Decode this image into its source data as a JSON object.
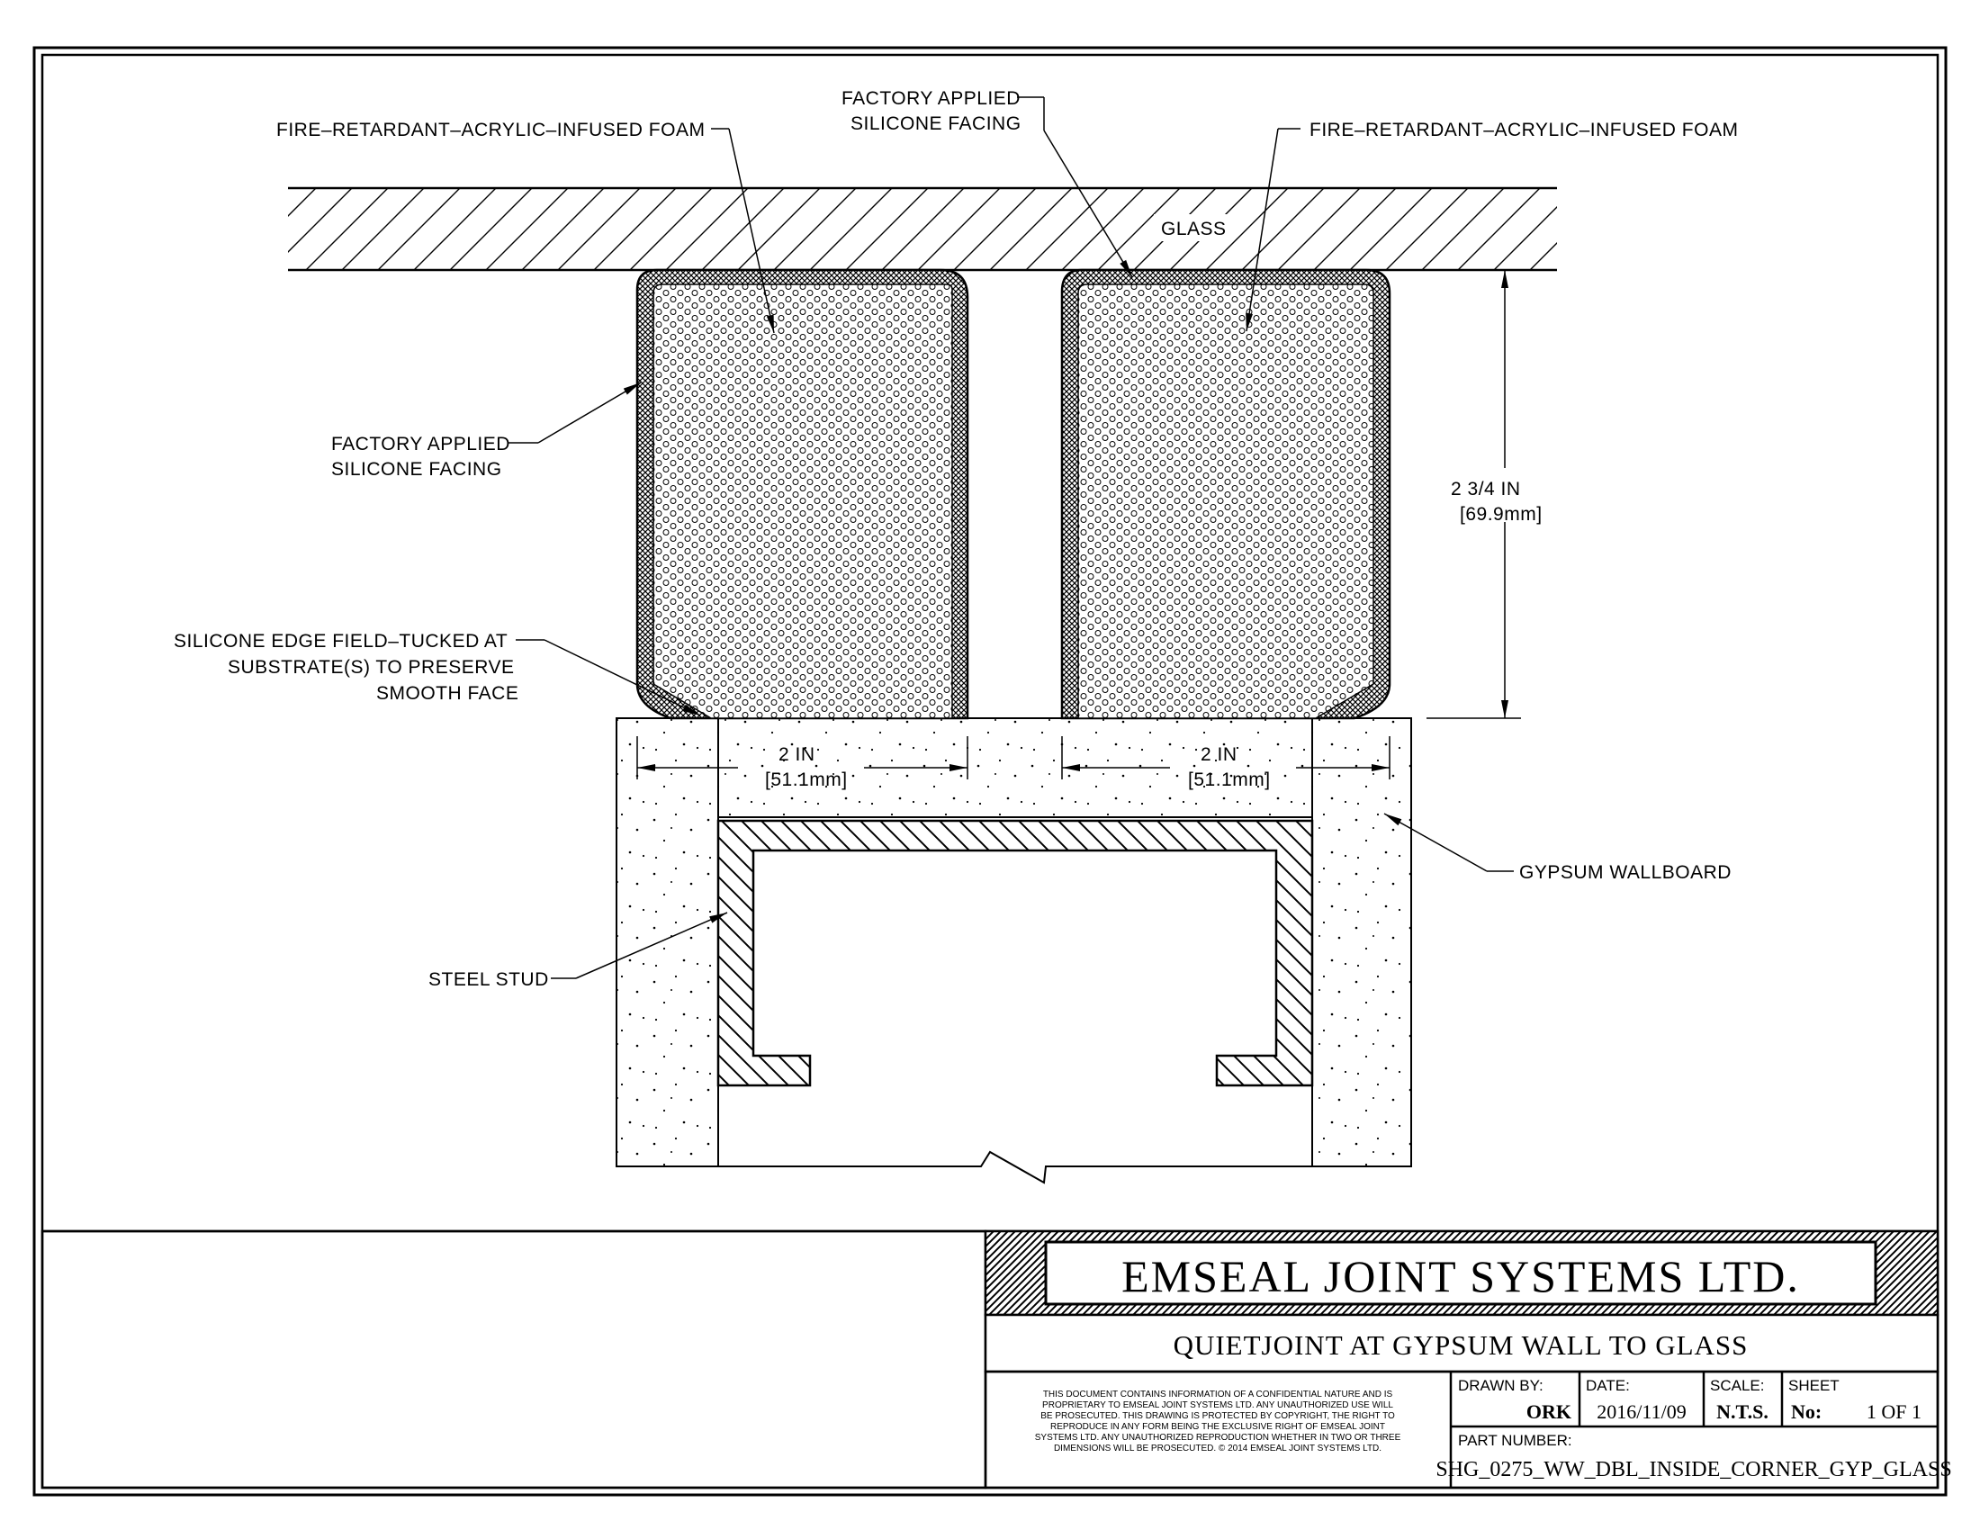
{
  "labels": {
    "foam_left": "FIRE–RETARDANT–ACRYLIC–INFUSED FOAM",
    "foam_right": "FIRE–RETARDANT–ACRYLIC–INFUSED FOAM",
    "facing_top_1": "FACTORY APPLIED",
    "facing_top_2": "SILICONE FACING",
    "facing_left_1": "FACTORY APPLIED",
    "facing_left_2": "SILICONE FACING",
    "glass": "GLASS",
    "edge_1": "SILICONE EDGE FIELD–TUCKED AT",
    "edge_2": "SUBSTRATE(S) TO PRESERVE",
    "edge_3": "SMOOTH FACE",
    "gypsum": "GYPSUM WALLBOARD",
    "stud": "STEEL STUD"
  },
  "dimensions": {
    "height_in": "2 3/4 IN",
    "height_mm": "[69.9mm]",
    "width_left_in": "2 IN",
    "width_left_mm": "[51.1mm]",
    "width_right_in": "2 IN",
    "width_right_mm": "[51.1mm]"
  },
  "title_block": {
    "company": "EMSEAL JOINT SYSTEMS LTD.",
    "title": "QUIETJOINT AT GYPSUM WALL TO GLASS",
    "disclaimer": [
      "THIS DOCUMENT CONTAINS INFORMATION OF A CONFIDENTIAL NATURE AND IS",
      "PROPRIETARY TO EMSEAL JOINT SYSTEMS LTD. ANY UNAUTHORIZED USE WILL",
      "BE PROSECUTED. THIS DRAWING IS PROTECTED BY COPYRIGHT, THE RIGHT TO",
      "REPRODUCE IN ANY FORM BEING THE EXCLUSIVE RIGHT OF EMSEAL JOINT",
      "SYSTEMS LTD. ANY UNAUTHORIZED REPRODUCTION WHETHER IN TWO OR THREE",
      "DIMENSIONS WILL BE PROSECUTED. © 2014 EMSEAL JOINT SYSTEMS LTD."
    ],
    "drawn_by_label": "DRAWN BY:",
    "drawn_by": "ORK",
    "date_label": "DATE:",
    "date": "2016/11/09",
    "scale_label": "SCALE:",
    "scale": "N.T.S.",
    "sheet_label": "SHEET",
    "sheet_no_label": "No:",
    "sheet_no": "1 OF 1",
    "part_number_label": "PART NUMBER:",
    "part_number": "SHG_0275_WW_DBL_INSIDE_CORNER_GYP_GLASS"
  }
}
